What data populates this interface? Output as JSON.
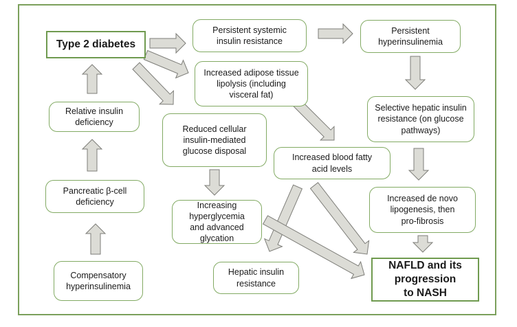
{
  "nodes": {
    "t2d": "Type 2 diabetes",
    "psir": "Persistent systemic\ninsulin resistance",
    "ph": "Persistent\nhyperinsulinemia",
    "ail": "Increased adipose tissue\nlipolysis (including\nvisceral fat)",
    "shir": "Selective hepatic insulin\nresistance (on glucose\npathways)",
    "rid": "Relative insulin\ndeficiency",
    "rcig": "Reduced cellular\ninsulin-mediated\nglucose disposal",
    "ibfa": "Increased blood fatty\nacid levels",
    "pbcd": "Pancreatic β-cell\ndeficiency",
    "idnl": "Increased de novo\nlipogenesis, then\npro-fibrosis",
    "ihag": "Increasing\nhyperglycemia\nand advanced\nglycation",
    "chi": "Compensatory\nhyperinsulinemia",
    "hir": "Hepatic insulin\nresistance",
    "nafld": "NAFLD and its\nprogression\nto NASH"
  },
  "colors": {
    "border": "#82aa63",
    "frame": "#7ba05b",
    "arrow_fill": "#dcdcd6",
    "arrow_stroke": "#7d7d78"
  }
}
